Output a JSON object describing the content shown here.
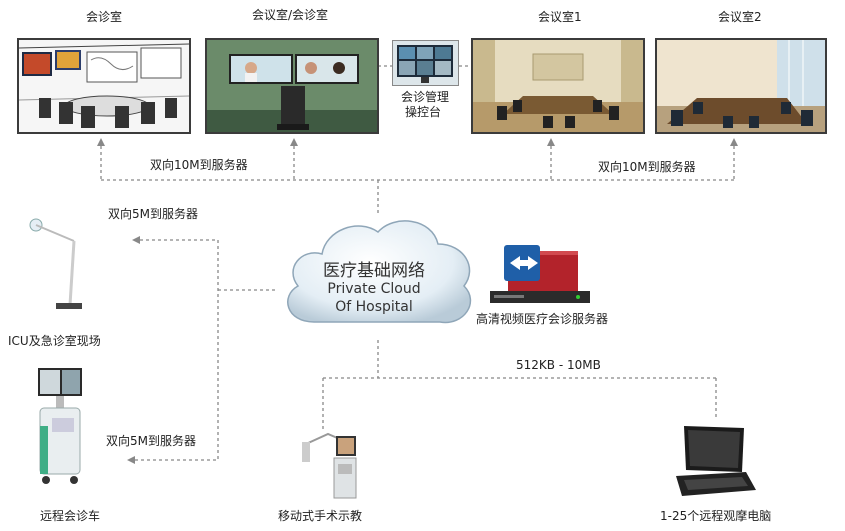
{
  "top_rooms": [
    {
      "label": "会诊室"
    },
    {
      "label": "会议室/会诊室"
    },
    {
      "label": "会议室1"
    },
    {
      "label": "会议室2"
    }
  ],
  "console": {
    "line1": "会诊管理",
    "line2": "操控台"
  },
  "links": {
    "top_left": "双向10M到服务器",
    "top_right": "双向10M到服务器",
    "icu": "双向5M到服务器",
    "cart": "双向5M到服务器",
    "bottom": "512KB - 10MB"
  },
  "cloud": {
    "title": "医疗基础网络",
    "line1": "Private Cloud",
    "line2": "Of Hospital"
  },
  "server": {
    "label": "高清视频医疗会诊服务器"
  },
  "endpoints": {
    "icu": "ICU及急诊室现场",
    "cart": "远程会诊车",
    "mobile": "移动式手术示教",
    "laptop": "1-25个远程观摩电脑"
  }
}
